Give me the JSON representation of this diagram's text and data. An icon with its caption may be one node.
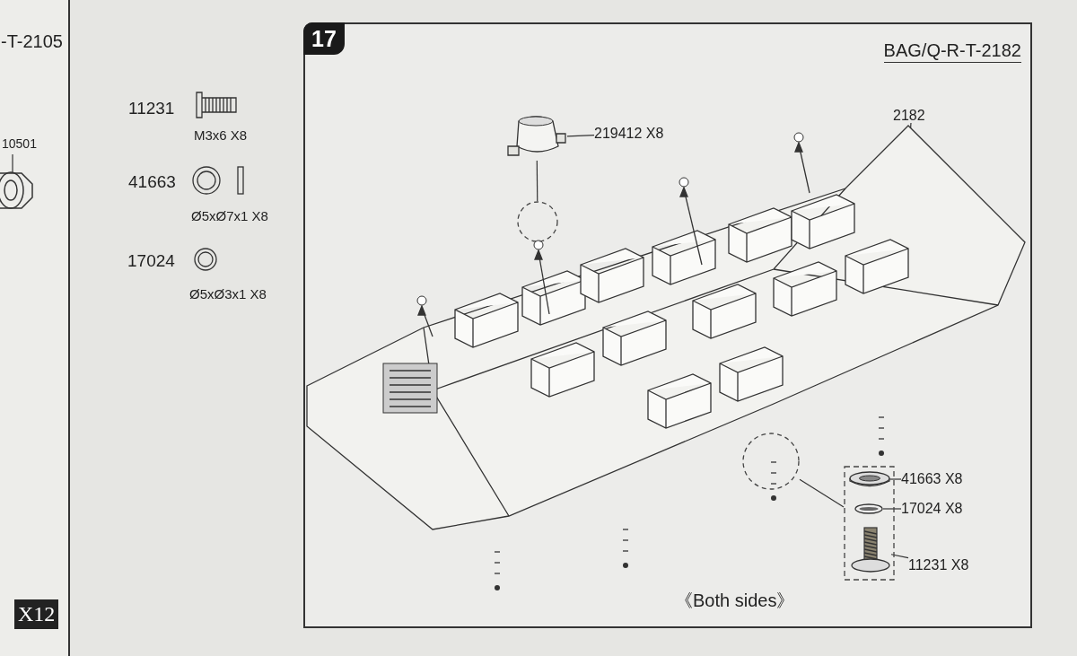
{
  "diagram": {
    "nodes": [
      {
        "text": [
          "17",
          "BAG/Q-R-T-2182"
        ]
      },
      {
        "text": [],
        "shape": "picture",
        "in": 0
      },
      {
        "text": [
          "2182"
        ],
        "in": 0
      },
      {
        "text": [],
        "shape": "picture",
        "in": 0
      },
      {
        "text": [
          "219412 X8"
        ],
        "in": 0
      },
      {
        "text": [],
        "shape": "circle",
        "in": 0
      },
      {
        "text": [],
        "shape": "circle",
        "in": 0
      },
      {
        "text": [],
        "shape": "box",
        "in": 0
      },
      {
        "text": [],
        "shape": "picture",
        "in": 7
      },
      {
        "text": [],
        "shape": "picture",
        "in": 7
      },
      {
        "text": [],
        "shape": "picture",
        "in": 7
      },
      {
        "text": [
          "41663 X8"
        ],
        "in": 0
      },
      {
        "text": [
          "17024 X8"
        ],
        "in": 0
      },
      {
        "text": [
          "11231 X8"
        ],
        "in": 0
      }
    ],
    "edges": [
      {
        "from": 2,
        "to": 1,
        "arrow": "none"
      },
      {
        "from": 4,
        "to": 3,
        "arrow": "none"
      },
      {
        "from": 3,
        "to": 5,
        "arrow": "none"
      },
      {
        "from": 6,
        "to": 7,
        "arrow": "none"
      },
      {
        "from": 11,
        "to": 8,
        "arrow": "none"
      },
      {
        "from": 12,
        "to": 9,
        "arrow": "none"
      },
      {
        "from": 13,
        "to": 10,
        "arrow": "none"
      }
    ],
    "labels": [
      "-T-2105",
      "10501",
      "X12",
      "11231",
      "M3x6 X8",
      "41663",
      "Ø5xØ7x1 X8",
      "17024",
      "Ø5xØ3x1 X8",
      "《Both sides》"
    ]
  }
}
